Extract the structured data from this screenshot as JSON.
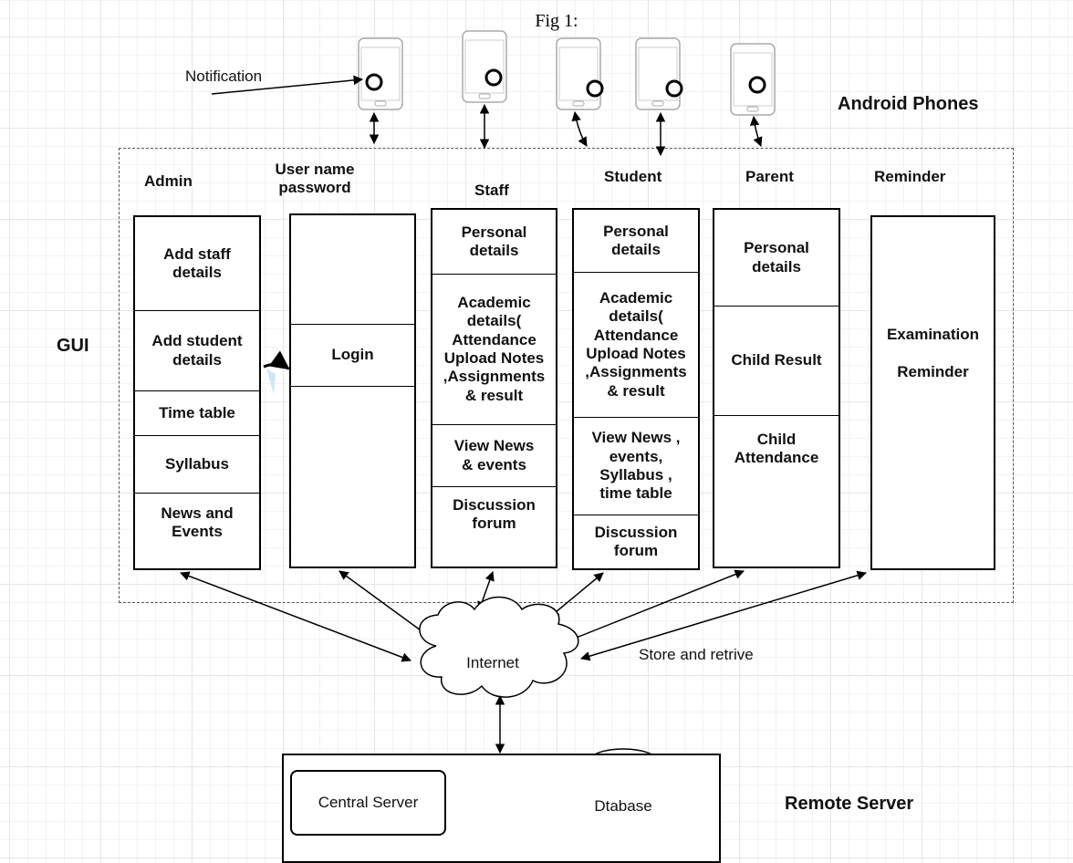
{
  "caption": "Fig 1:",
  "notification_label": "Notification",
  "android_phones_label": "Android Phones",
  "gui_label": "GUI",
  "columns": {
    "admin": {
      "header": "Admin",
      "sections": [
        "Add staff\ndetails",
        "Add student\ndetails",
        "Time table",
        "Syllabus",
        "News and\nEvents"
      ]
    },
    "login": {
      "header": "User name\npassword",
      "sections": [
        "",
        "Login",
        ""
      ]
    },
    "staff": {
      "header": "Staff",
      "sections": [
        "Personal\ndetails",
        "Academic\ndetails(\nAttendance\nUpload Notes\n,Assignments\n& result",
        "View News\n& events",
        "Discussion\nforum"
      ]
    },
    "student": {
      "header": "Student",
      "sections": [
        "Personal\ndetails",
        "Academic\ndetails(\nAttendance\nUpload Notes\n,Assignments\n& result",
        "View News ,\nevents,\nSyllabus ,\ntime table",
        "Discussion\nforum"
      ]
    },
    "parent": {
      "header": "Parent",
      "sections": [
        "Personal\ndetails",
        "Child Result",
        "Child\nAttendance"
      ]
    },
    "reminder": {
      "header": "Reminder",
      "sections": [
        "Examination\n\nReminder"
      ]
    }
  },
  "internet_label": "Internet",
  "store_label": "Store and retrive",
  "remote_server_label": "Remote Server",
  "central_server_label": "Central Server",
  "database_label": "Dtabase",
  "icons": {
    "phone": "android-phone-icon",
    "cloud": "cloud-icon",
    "database": "database-cylinder-icon"
  }
}
